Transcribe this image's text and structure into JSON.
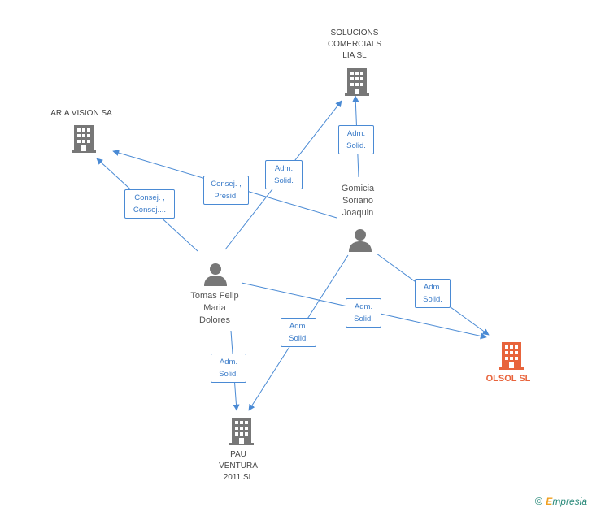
{
  "nodes": {
    "solucions": {
      "label": "SOLUCIONS\nCOMERCIALS\nLIA SL",
      "type": "company"
    },
    "aria": {
      "label": "ARIA VISION SA",
      "type": "company"
    },
    "gomicia": {
      "label": "Gomicia\nSoriano\nJoaquin",
      "type": "person"
    },
    "tomas": {
      "label": "Tomas Felip\nMaria\nDolores",
      "type": "person"
    },
    "olsol": {
      "label": "OLSOL SL",
      "type": "company-focus"
    },
    "pau": {
      "label": "PAU\nVENTURA\n2011 SL",
      "type": "company"
    }
  },
  "edges": {
    "gomicia_solucions": "Adm.\nSolid.",
    "tomas_solucions": "Adm.\nSolid.",
    "gomicia_aria": "Consej. ,\nPresid.",
    "tomas_aria": "Consej. ,\nConsej....",
    "gomicia_olsol": "Adm.\nSolid.",
    "tomas_olsol": "Adm.\nSolid.",
    "gomicia_pau": "Adm.\nSolid.",
    "tomas_pau": "Adm.\nSolid."
  },
  "colors": {
    "edge": "#4a8ad4",
    "company": "#777777",
    "focus": "#e8643c",
    "person": "#777777"
  },
  "brand": {
    "copyright": "©",
    "e": "E",
    "rest": "mpresia"
  }
}
